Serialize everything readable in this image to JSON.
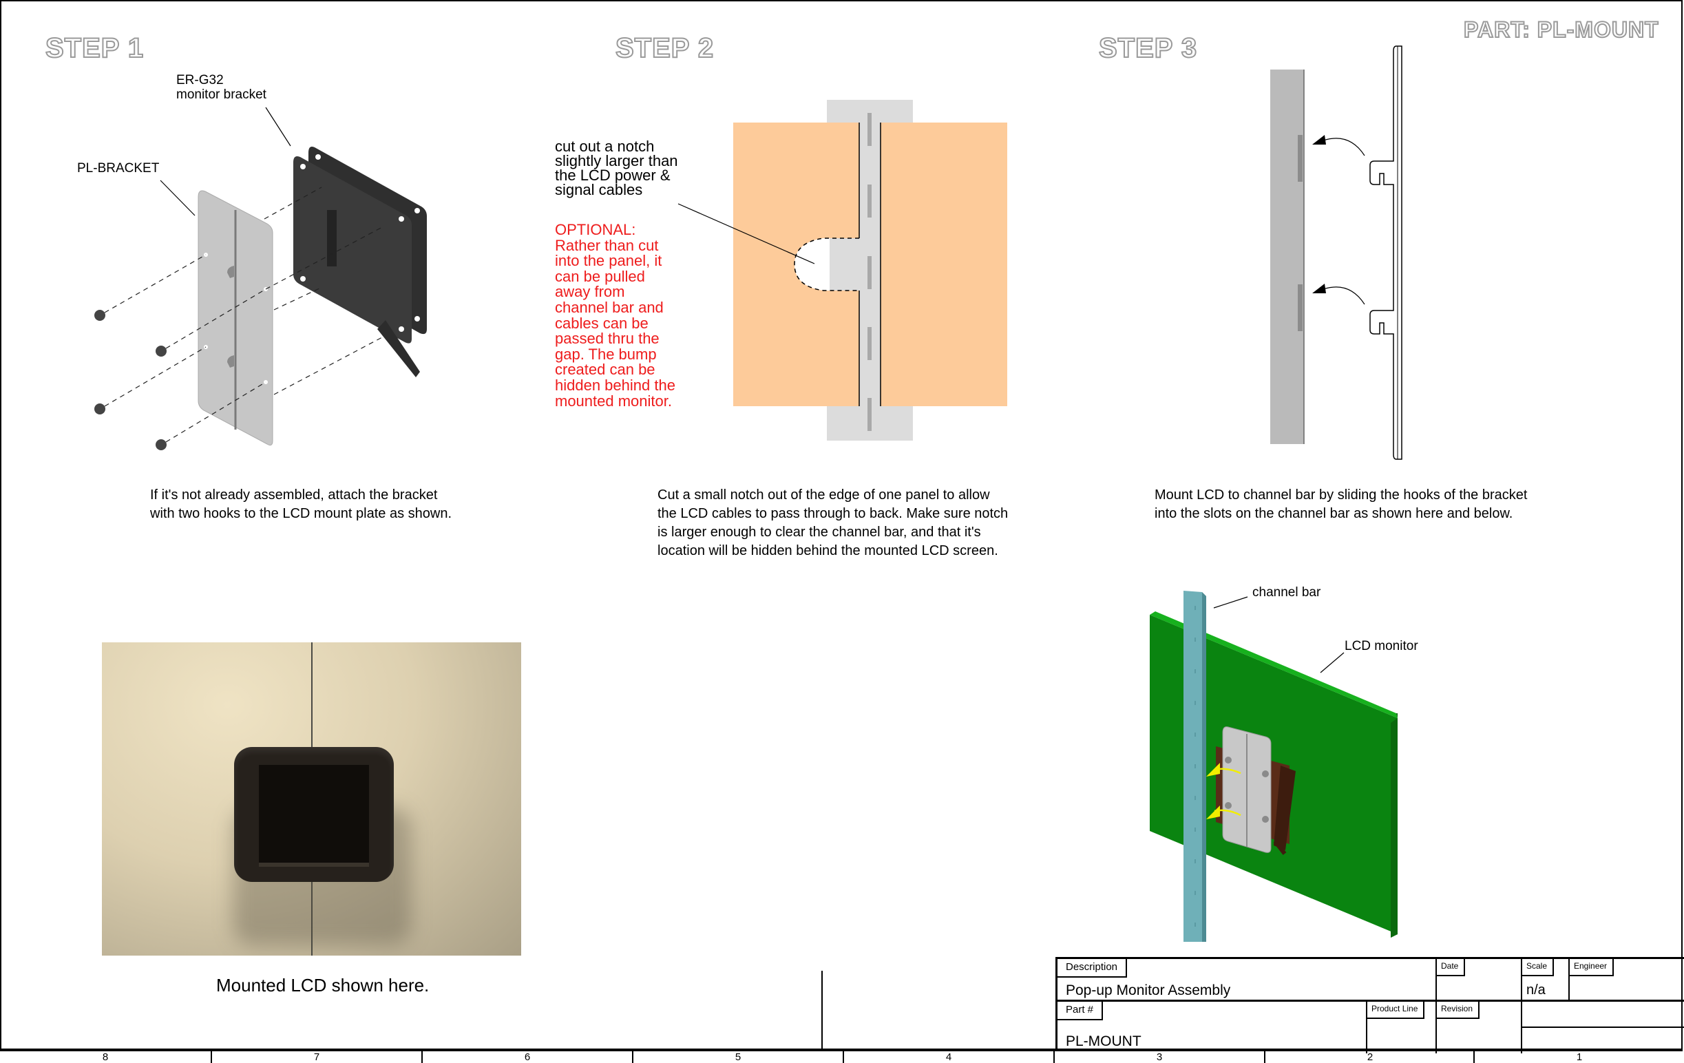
{
  "sheet": {
    "part_heading": "PART:  PL-MOUNT"
  },
  "steps": [
    {
      "title": "STEP 1",
      "labels": {
        "er_g32": "ER-G32\nmonitor bracket",
        "pl_bracket": "PL-BRACKET"
      },
      "instruction": "If it's not already assembled, attach the bracket\nwith two hooks to the LCD mount plate as shown."
    },
    {
      "title": "STEP 2",
      "callout": "cut out a notch\nslightly larger than\nthe LCD power &\nsignal cables",
      "optional_note": "OPTIONAL:\nRather than cut\ninto the panel, it\ncan be pulled\naway from\nchannel bar and\ncables can be\npassed thru the\ngap. The bump\ncreated can be\nhidden behind the\nmounted monitor.",
      "instruction": "Cut a small notch out of the edge of one panel to allow\nthe LCD cables to pass through to back. Make sure notch\nis larger enough to clear the channel bar, and that it's\nlocation will be hidden behind the mounted LCD screen."
    },
    {
      "title": "STEP 3",
      "instruction": "Mount LCD to channel bar by sliding the hooks of the bracket\ninto the slots on the channel bar as shown here and below."
    }
  ],
  "assembly_view": {
    "labels": {
      "channel_bar": "channel bar",
      "lcd_monitor": "LCD monitor"
    }
  },
  "photo": {
    "caption": "Mounted LCD shown here."
  },
  "title_block": {
    "description_label": "Description",
    "description_value": "Pop-up Monitor Assembly",
    "date_label": "Date",
    "date_value": "",
    "scale_label": "Scale",
    "scale_value": "n/a",
    "engineer_label": "Engineer",
    "engineer_value": "",
    "part_label": "Part #",
    "part_value": "PL-MOUNT",
    "product_line_label": "Product Line",
    "product_line_value": "",
    "revision_label": "Revision",
    "revision_value": ""
  },
  "zones": [
    "8",
    "7",
    "6",
    "5",
    "4",
    "3",
    "2",
    "1"
  ],
  "colors": {
    "panel_orange": "#fdcb9a",
    "channel_gray": "#dcdcdc",
    "bar_gray": "#bababa",
    "bracket_dark": "#3a3a3a",
    "bracket_light": "#c4c4c4",
    "monitor_green": "#0c8a12",
    "channel_bar_teal": "#6fb0b8",
    "note_red": "#ee1c1c",
    "arrow_yellow": "#f2ee00"
  }
}
